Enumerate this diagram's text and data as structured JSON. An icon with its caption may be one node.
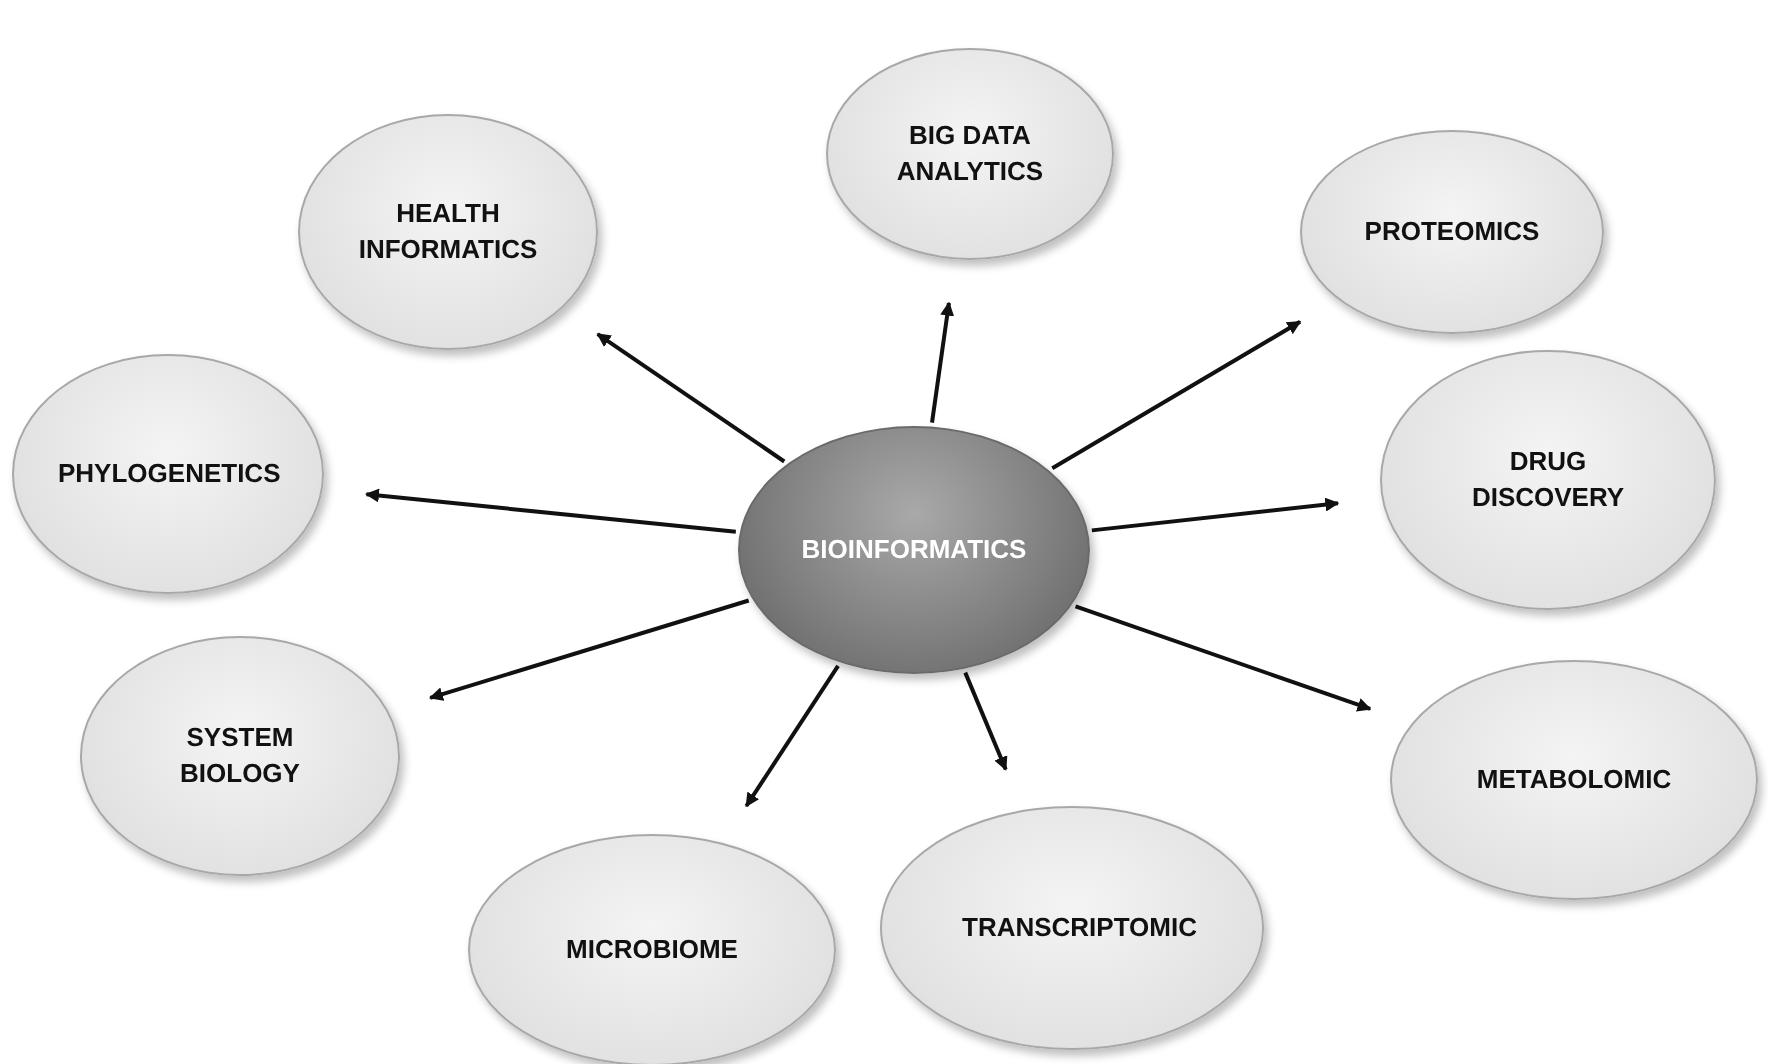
{
  "diagram": {
    "nodes": [
      {
        "text": [
          "BIOINFORMATICS"
        ]
      },
      {
        "text": [
          "BIG DATA ANALYTICS"
        ]
      },
      {
        "text": [
          "HEALTH INFORMATICS"
        ]
      },
      {
        "text": [
          "PROTEOMICS"
        ]
      },
      {
        "text": [
          "DRUG DISCOVERY"
        ]
      },
      {
        "text": [
          "PHYLOGENETICS"
        ]
      },
      {
        "text": [
          "SYSTEM BIOLOGY"
        ]
      },
      {
        "text": [
          "METABOLOMIC"
        ]
      },
      {
        "text": [
          "TRANSCRIPTOMIC"
        ]
      },
      {
        "text": [
          "MICROBIOME"
        ]
      }
    ],
    "edges": [
      {
        "from": 0,
        "to": 1,
        "arrow": "to"
      },
      {
        "from": 0,
        "to": 2,
        "arrow": "to"
      },
      {
        "from": 0,
        "to": 3,
        "arrow": "to"
      },
      {
        "from": 0,
        "to": 4,
        "arrow": "to"
      },
      {
        "from": 0,
        "to": 5,
        "arrow": "to"
      },
      {
        "from": 0,
        "to": 6,
        "arrow": "to"
      },
      {
        "from": 0,
        "to": 7,
        "arrow": "to"
      },
      {
        "from": 0,
        "to": 8,
        "arrow": "to"
      },
      {
        "from": 0,
        "to": 9,
        "arrow": "to"
      }
    ]
  }
}
